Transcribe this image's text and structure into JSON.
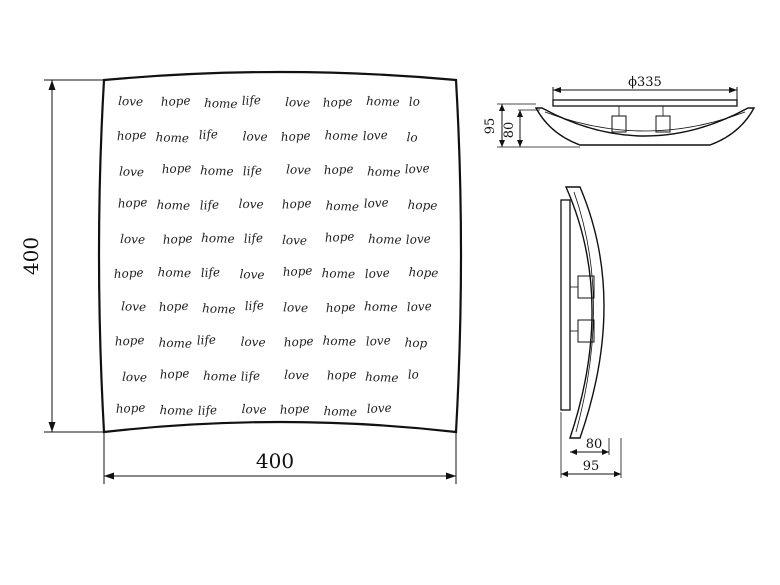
{
  "front_view": {
    "width_label": "400",
    "height_label": "400",
    "pattern_rows": [
      [
        "love",
        "hope",
        "home",
        "life",
        "love",
        "hope",
        "home",
        "lo"
      ],
      [
        "hope",
        "home",
        "life",
        "love",
        "hope",
        "home",
        "love",
        "lo"
      ],
      [
        "love",
        "hope",
        "home",
        "life",
        "love",
        "hope",
        "home",
        "love"
      ],
      [
        "hope",
        "home",
        "life",
        "love",
        "hope",
        "home",
        "love",
        "hope"
      ],
      [
        "love",
        "hope",
        "home",
        "life",
        "love",
        "hope",
        "home",
        "love"
      ],
      [
        "hope",
        "home",
        "life",
        "love",
        "hope",
        "home",
        "love",
        "hope"
      ],
      [
        "love",
        "hope",
        "home",
        "life",
        "love",
        "hope",
        "home",
        "love"
      ],
      [
        "hope",
        "home",
        "life",
        "love",
        "hope",
        "home",
        "love",
        "hop"
      ],
      [
        "love",
        "hope",
        "home",
        "life",
        "love",
        "hope",
        "home",
        "lo"
      ],
      [
        "hope",
        "home",
        "life",
        "love",
        "hope",
        "home",
        "love"
      ]
    ]
  },
  "top_view": {
    "diameter_label": "ϕ335",
    "outer_height_label": "95",
    "inner_height_label": "80"
  },
  "side_view": {
    "inner_depth_label": "80",
    "outer_depth_label": "95"
  }
}
